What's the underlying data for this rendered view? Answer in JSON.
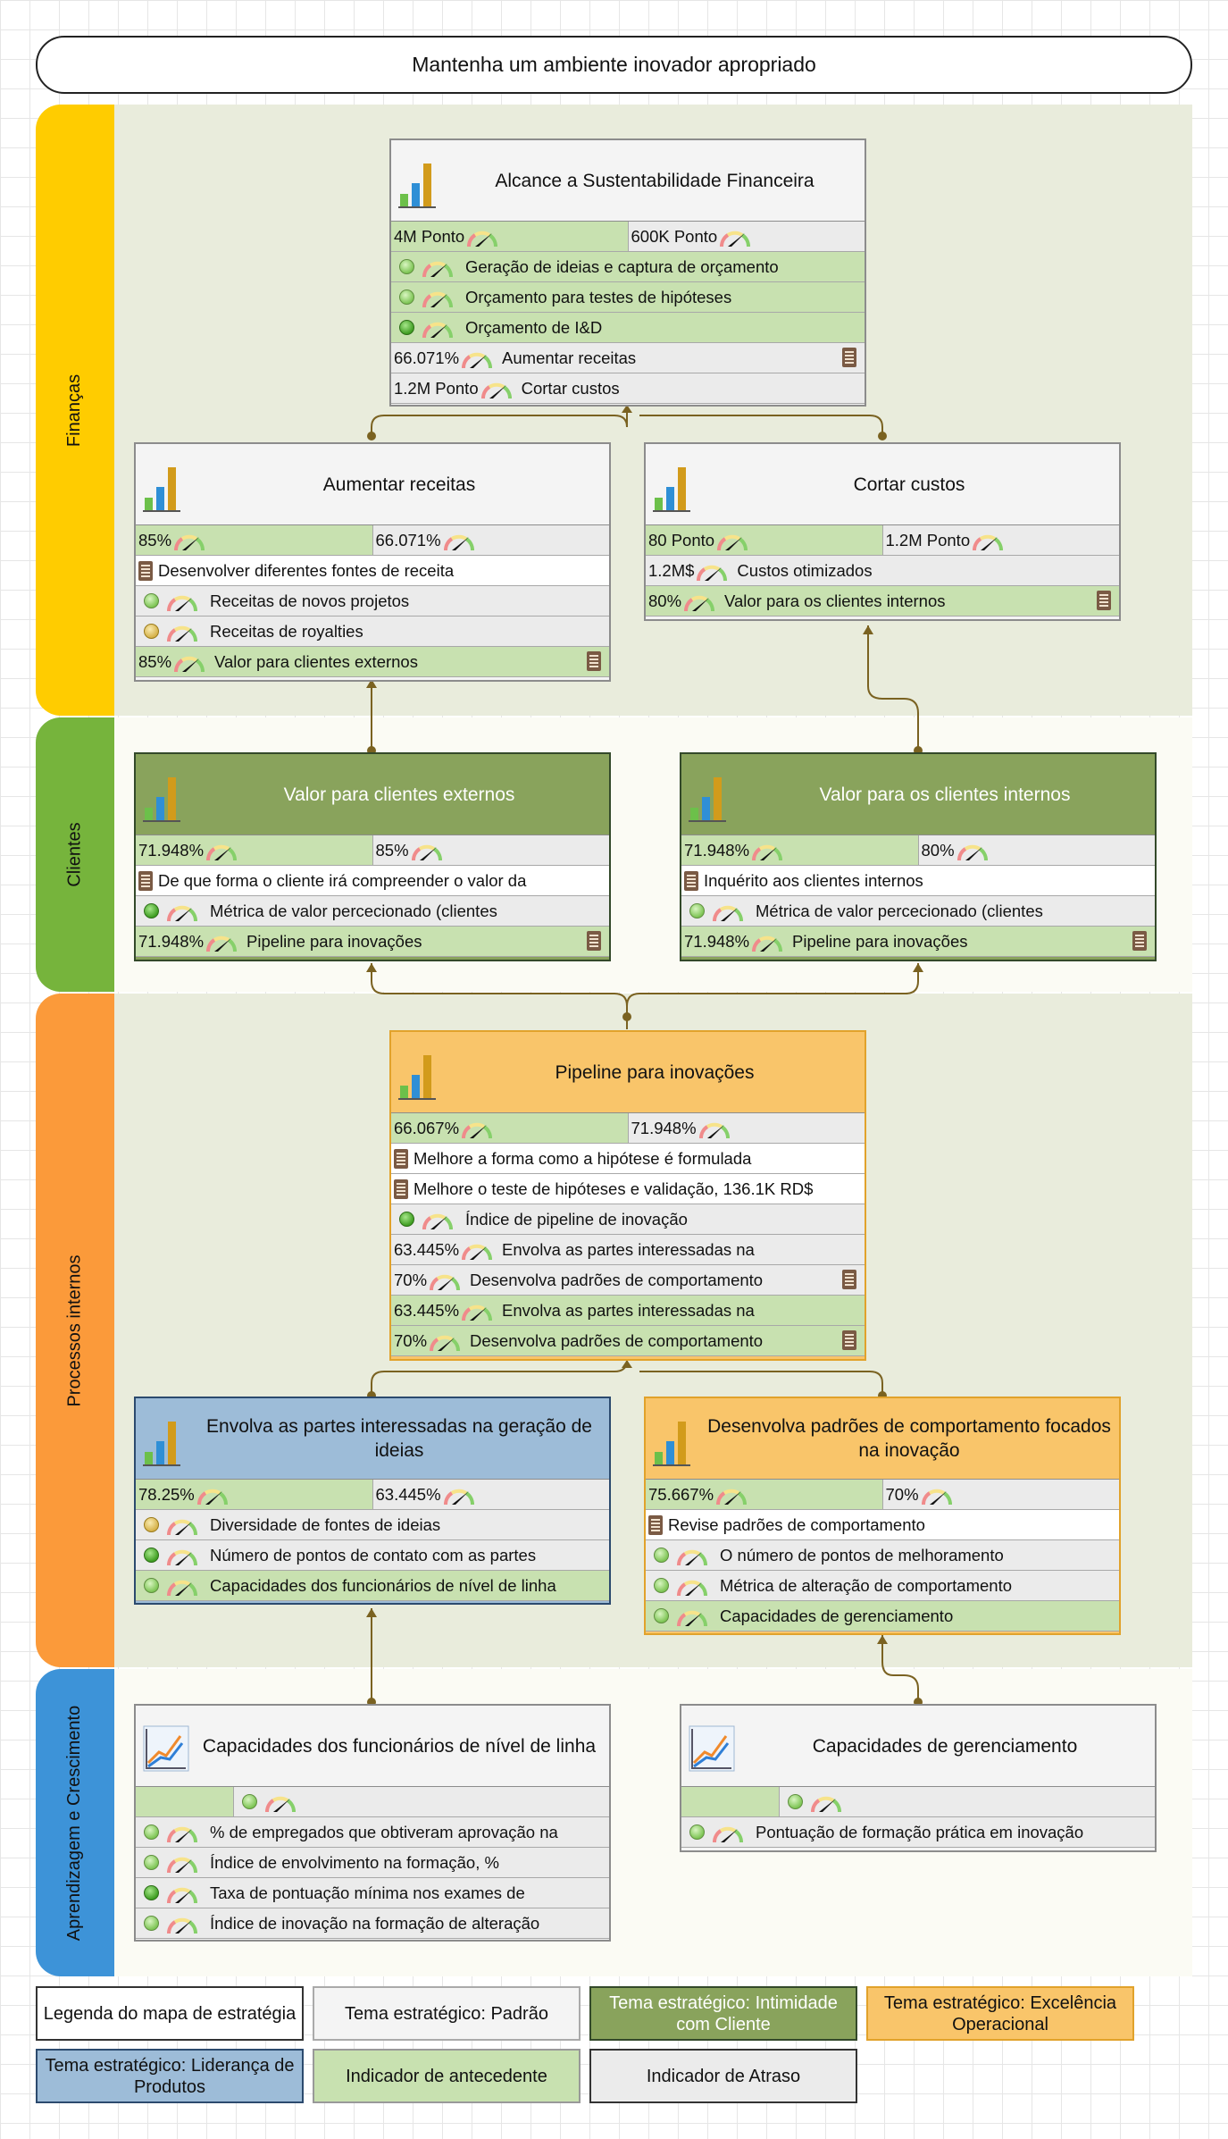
{
  "header": {
    "title": "Mantenha um ambiente inovador apropriado"
  },
  "perspectives": {
    "financas": "Finanças",
    "clientes": "Clientes",
    "processos": "Processos internos",
    "aprendizagem": "Aprendizagem e Crescimento"
  },
  "colors": {
    "financas": "#ffcc00",
    "clientes": "#76b43c",
    "processos": "#fb9a3a",
    "aprendizagem": "#3d93d8",
    "leading": "#c8e1b0",
    "lagging": "#ebebeb",
    "connector": "#7a6221"
  },
  "cards": {
    "sustentabilidade": {
      "title": "Alcance a Sustentabilidade Financeira",
      "v1": "4M Ponto",
      "v2": "600K Ponto",
      "rows": [
        "Geração de ideias e captura de orçamento",
        "Orçamento para testes de hipóteses",
        "Orçamento de I&D"
      ],
      "r4v": "66.071%",
      "r4t": "Aumentar receitas",
      "r5v": "1.2M Ponto",
      "r5t": "Cortar custos"
    },
    "receitas": {
      "title": "Aumentar receitas",
      "v1": "85%",
      "v2": "66.071%",
      "r1": "Desenvolver diferentes fontes de receita",
      "r2": "Receitas de novos projetos",
      "r3": "Receitas de royalties",
      "r4v": "85%",
      "r4t": "Valor para clientes externos"
    },
    "custos": {
      "title": "Cortar custos",
      "v1": "80 Ponto",
      "v2": "1.2M Ponto",
      "r1v": "1.2M$",
      "r1t": "Custos otimizados",
      "r2v": "80%",
      "r2t": "Valor para os clientes internos"
    },
    "externos": {
      "title": "Valor para clientes externos",
      "v1": "71.948%",
      "v2": "85%",
      "r1": "De que forma o cliente irá compreender o valor da",
      "r2": "Métrica de valor percecionado (clientes",
      "r3v": "71.948%",
      "r3t": "Pipeline para inovações"
    },
    "internos": {
      "title": "Valor para os clientes internos",
      "v1": "71.948%",
      "v2": "80%",
      "r1": "Inquérito aos clientes internos",
      "r2": "Métrica de valor percecionado (clientes",
      "r3v": "71.948%",
      "r3t": "Pipeline para inovações"
    },
    "pipeline": {
      "title": "Pipeline para inovações",
      "v1": "66.067%",
      "v2": "71.948%",
      "r1": "Melhore a forma como a hipótese é formulada",
      "r2": "Melhore o teste de hipóteses e validação, 136.1K RD$",
      "r3": "Índice de pipeline de inovação",
      "r4v": "63.445%",
      "r4t": "Envolva as partes interessadas na",
      "r5v": "70%",
      "r5t": "Desenvolva padrões de comportamento",
      "r6v": "63.445%",
      "r6t": "Envolva as partes interessadas na",
      "r7v": "70%",
      "r7t": "Desenvolva padrões de comportamento"
    },
    "envolva": {
      "title": "Envolva as partes interessadas na geração de ideias",
      "v1": "78.25%",
      "v2": "63.445%",
      "r1": "Diversidade de fontes de ideias",
      "r2": "Número de pontos de contato com as partes",
      "r3": "Capacidades dos funcionários de nível de linha"
    },
    "padroes": {
      "title": "Desenvolva padrões de comportamento focados na inovação",
      "v1": "75.667%",
      "v2": "70%",
      "r1": "Revise padrões de comportamento",
      "r2": "O número de pontos de melhoramento",
      "r3": "Métrica de alteração de comportamento",
      "r4": "Capacidades de gerenciamento"
    },
    "funcionarios": {
      "title": "Capacidades dos funcionários de nível de linha",
      "r1": "% de empregados que obtiveram aprovação na",
      "r2": "Índice de envolvimento na formação, %",
      "r3": "Taxa de pontuação mínima nos exames de",
      "r4": "Índice de inovação na formação de alteração"
    },
    "gerenciamento": {
      "title": "Capacidades de gerenciamento",
      "r1": "Pontuação de formação prática em inovação"
    }
  },
  "legend": {
    "title": "Legenda do mapa de estratégia",
    "padrao": "Tema estratégico: Padrão",
    "intimidade": "Tema estratégico: Intimidade com Cliente",
    "excelencia": "Tema estratégico: Excelência Operacional",
    "lideranca": "Tema estratégico: Liderança de Produtos",
    "antecedente": "Indicador de antecedente",
    "atraso": "Indicador de Atraso"
  }
}
